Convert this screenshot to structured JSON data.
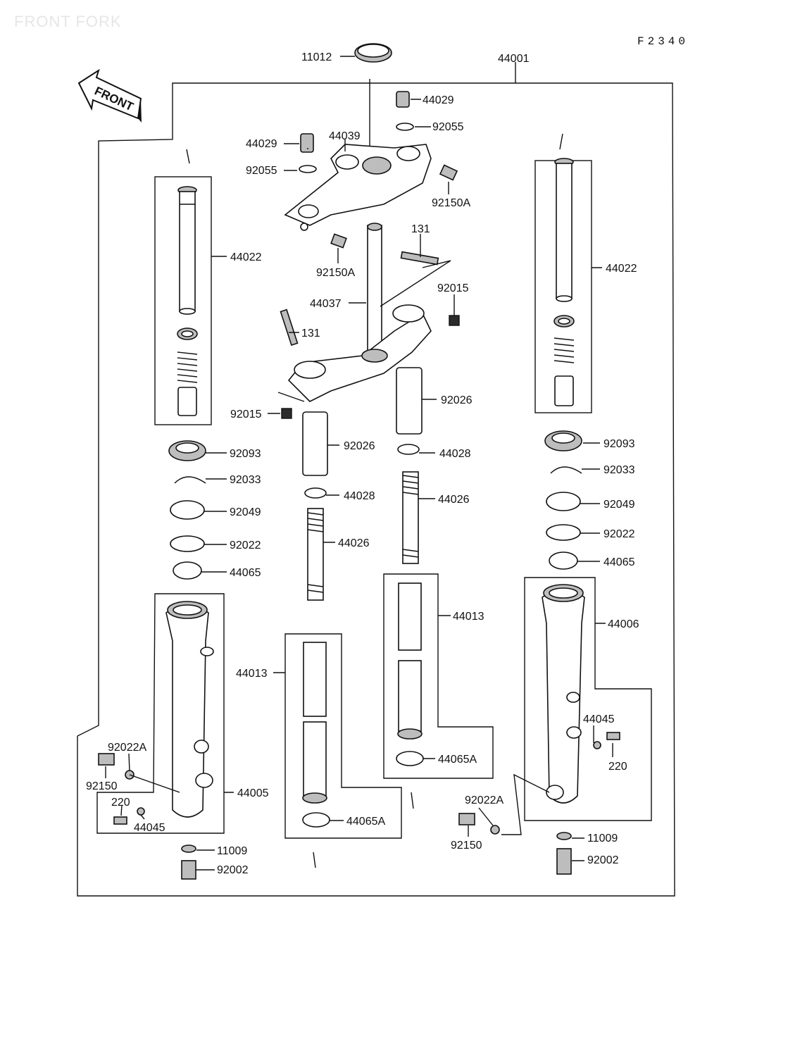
{
  "header": {
    "title": "FRONT FORK",
    "figure_code": "F2340"
  },
  "front_arrow": {
    "label": "FRONT"
  },
  "parts": {
    "p11012": "11012",
    "p44001": "44001",
    "p44029_r": "44029",
    "p92055_r": "92055",
    "p44029_l": "44029",
    "p44039": "44039",
    "p92055_l": "92055",
    "p92150A_r": "92150A",
    "p131_top": "131",
    "p92150A_c": "92150A",
    "p92015_r": "92015",
    "p44037": "44037",
    "p131_l": "131",
    "p44022_l": "44022",
    "p44022_r": "44022",
    "p92015_l": "92015",
    "p92026_c": "92026",
    "p92026_l": "92026",
    "p92093_l": "92093",
    "p92093_r": "92093",
    "p44028_c": "44028",
    "p44028_l": "44028",
    "p92033_l": "92033",
    "p92033_r": "92033",
    "p44026_c": "44026",
    "p44026_l": "44026",
    "p92049_l": "92049",
    "p92049_r": "92049",
    "p92022_l": "92022",
    "p92022_r": "92022",
    "p44065_l": "44065",
    "p44065_r": "44065",
    "p44013_c": "44013",
    "p44013_l": "44013",
    "p44006": "44006",
    "p44045_r": "44045",
    "p220_r": "220",
    "p44065A_c": "44065A",
    "p44065A_l": "44065A",
    "p92022A_l": "92022A",
    "p92150_l": "92150",
    "p220_l": "220",
    "p44045_l": "44045",
    "p44005": "44005",
    "p11009_l": "11009",
    "p92002_l": "92002",
    "p92022A_r": "92022A",
    "p92150_r": "92150",
    "p11009_r": "11009",
    "p92002_r": "92002"
  }
}
